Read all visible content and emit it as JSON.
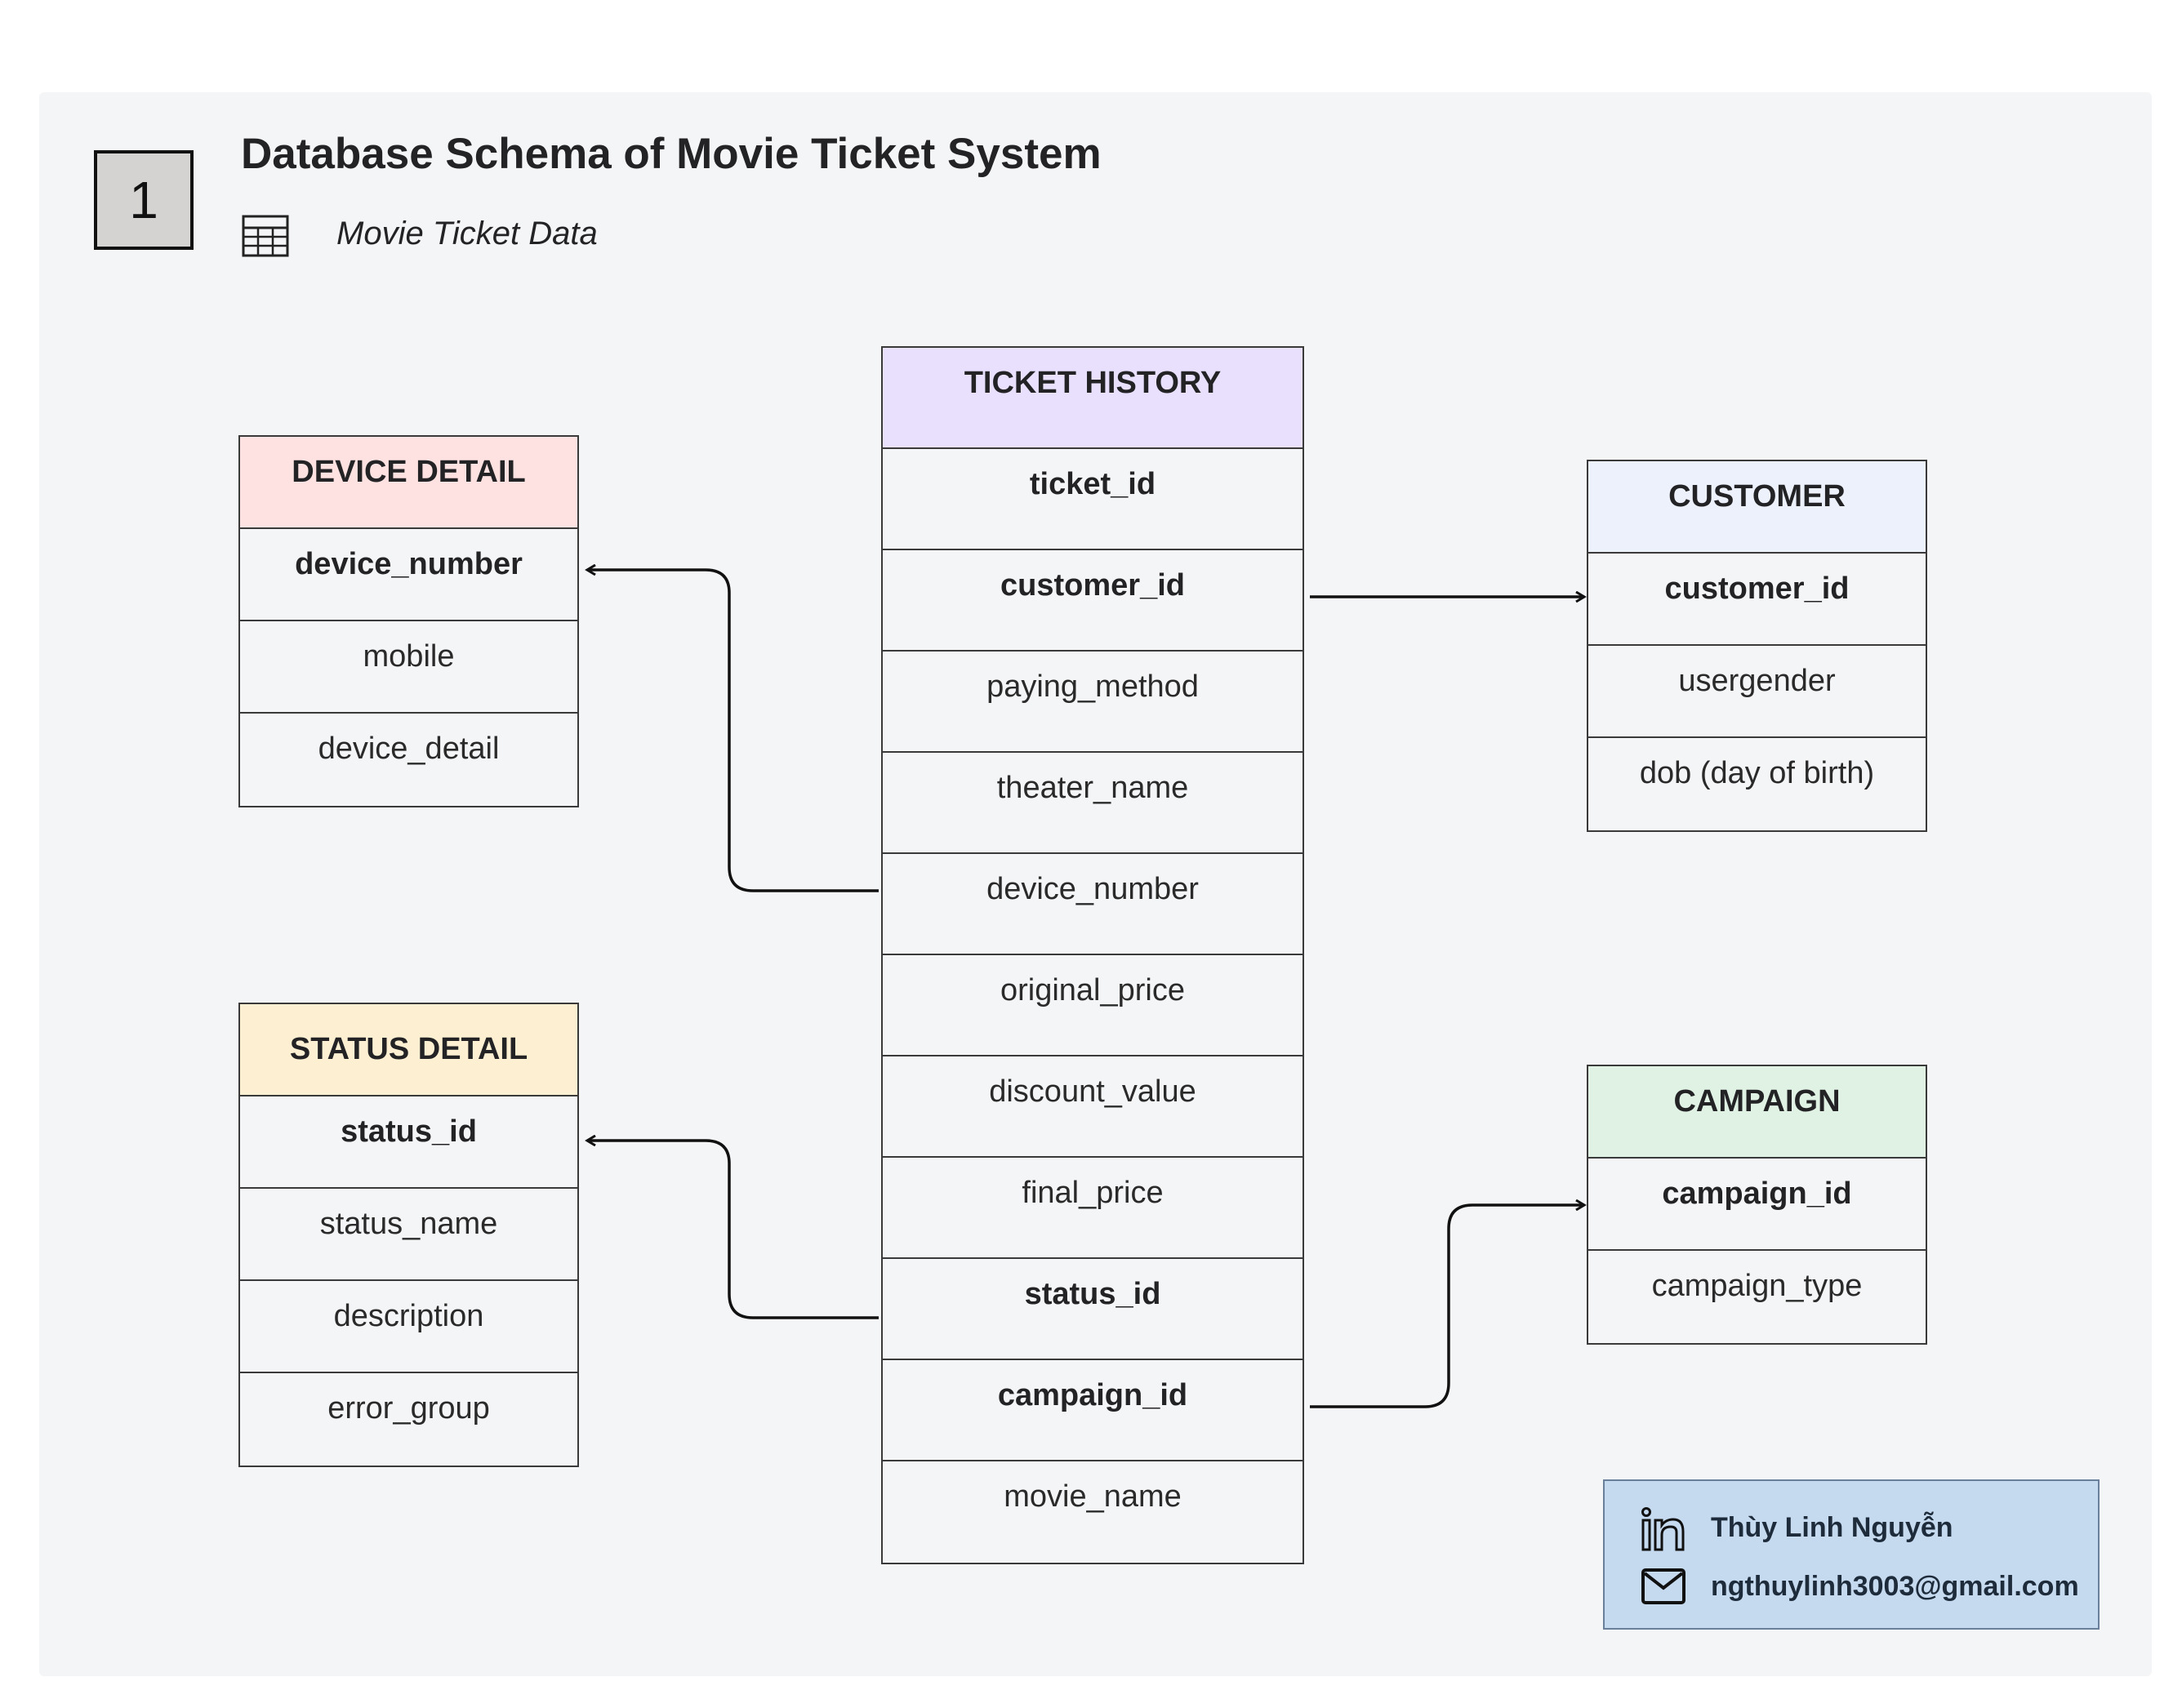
{
  "header": {
    "badge": "1",
    "title": "Database Schema of Movie Ticket System",
    "subtitle": "Movie Ticket Data",
    "subtitle_icon": "table-icon"
  },
  "entities": {
    "ticket_history": {
      "name": "TICKET HISTORY",
      "color": "#e8e0fc",
      "fields": [
        "ticket_id",
        "customer_id",
        "paying_method",
        "theater_name",
        "device_number",
        "original_price",
        "discount_value",
        "final_price",
        "status_id",
        "campaign_id",
        "movie_name"
      ]
    },
    "device_detail": {
      "name": "DEVICE DETAIL",
      "color": "#fde2e1",
      "fields": [
        "device_number",
        "mobile",
        "device_detail"
      ]
    },
    "status_detail": {
      "name": "STATUS DETAIL",
      "color": "#fdf0d2",
      "fields": [
        "status_id",
        "status_name",
        "description",
        "error_group"
      ]
    },
    "customer": {
      "name": "CUSTOMER",
      "color": "#edf1fb",
      "fields": [
        "customer_id",
        "usergender",
        "dob (day of birth)"
      ]
    },
    "campaign": {
      "name": "CAMPAIGN",
      "color": "#dff2e4",
      "fields": [
        "campaign_id",
        "campaign_type"
      ]
    }
  },
  "relationships": [
    {
      "from": "ticket_history.device_number",
      "to": "device_detail.device_number"
    },
    {
      "from": "ticket_history.status_id",
      "to": "status_detail.status_id"
    },
    {
      "from": "ticket_history.customer_id",
      "to": "customer.customer_id"
    },
    {
      "from": "ticket_history.campaign_id",
      "to": "campaign.campaign_id"
    }
  ],
  "contact": {
    "name": "Thùy Linh Nguyễn",
    "email": "ngthuylinh3003@gmail.com",
    "name_icon": "linkedin-icon",
    "email_icon": "mail-icon"
  }
}
